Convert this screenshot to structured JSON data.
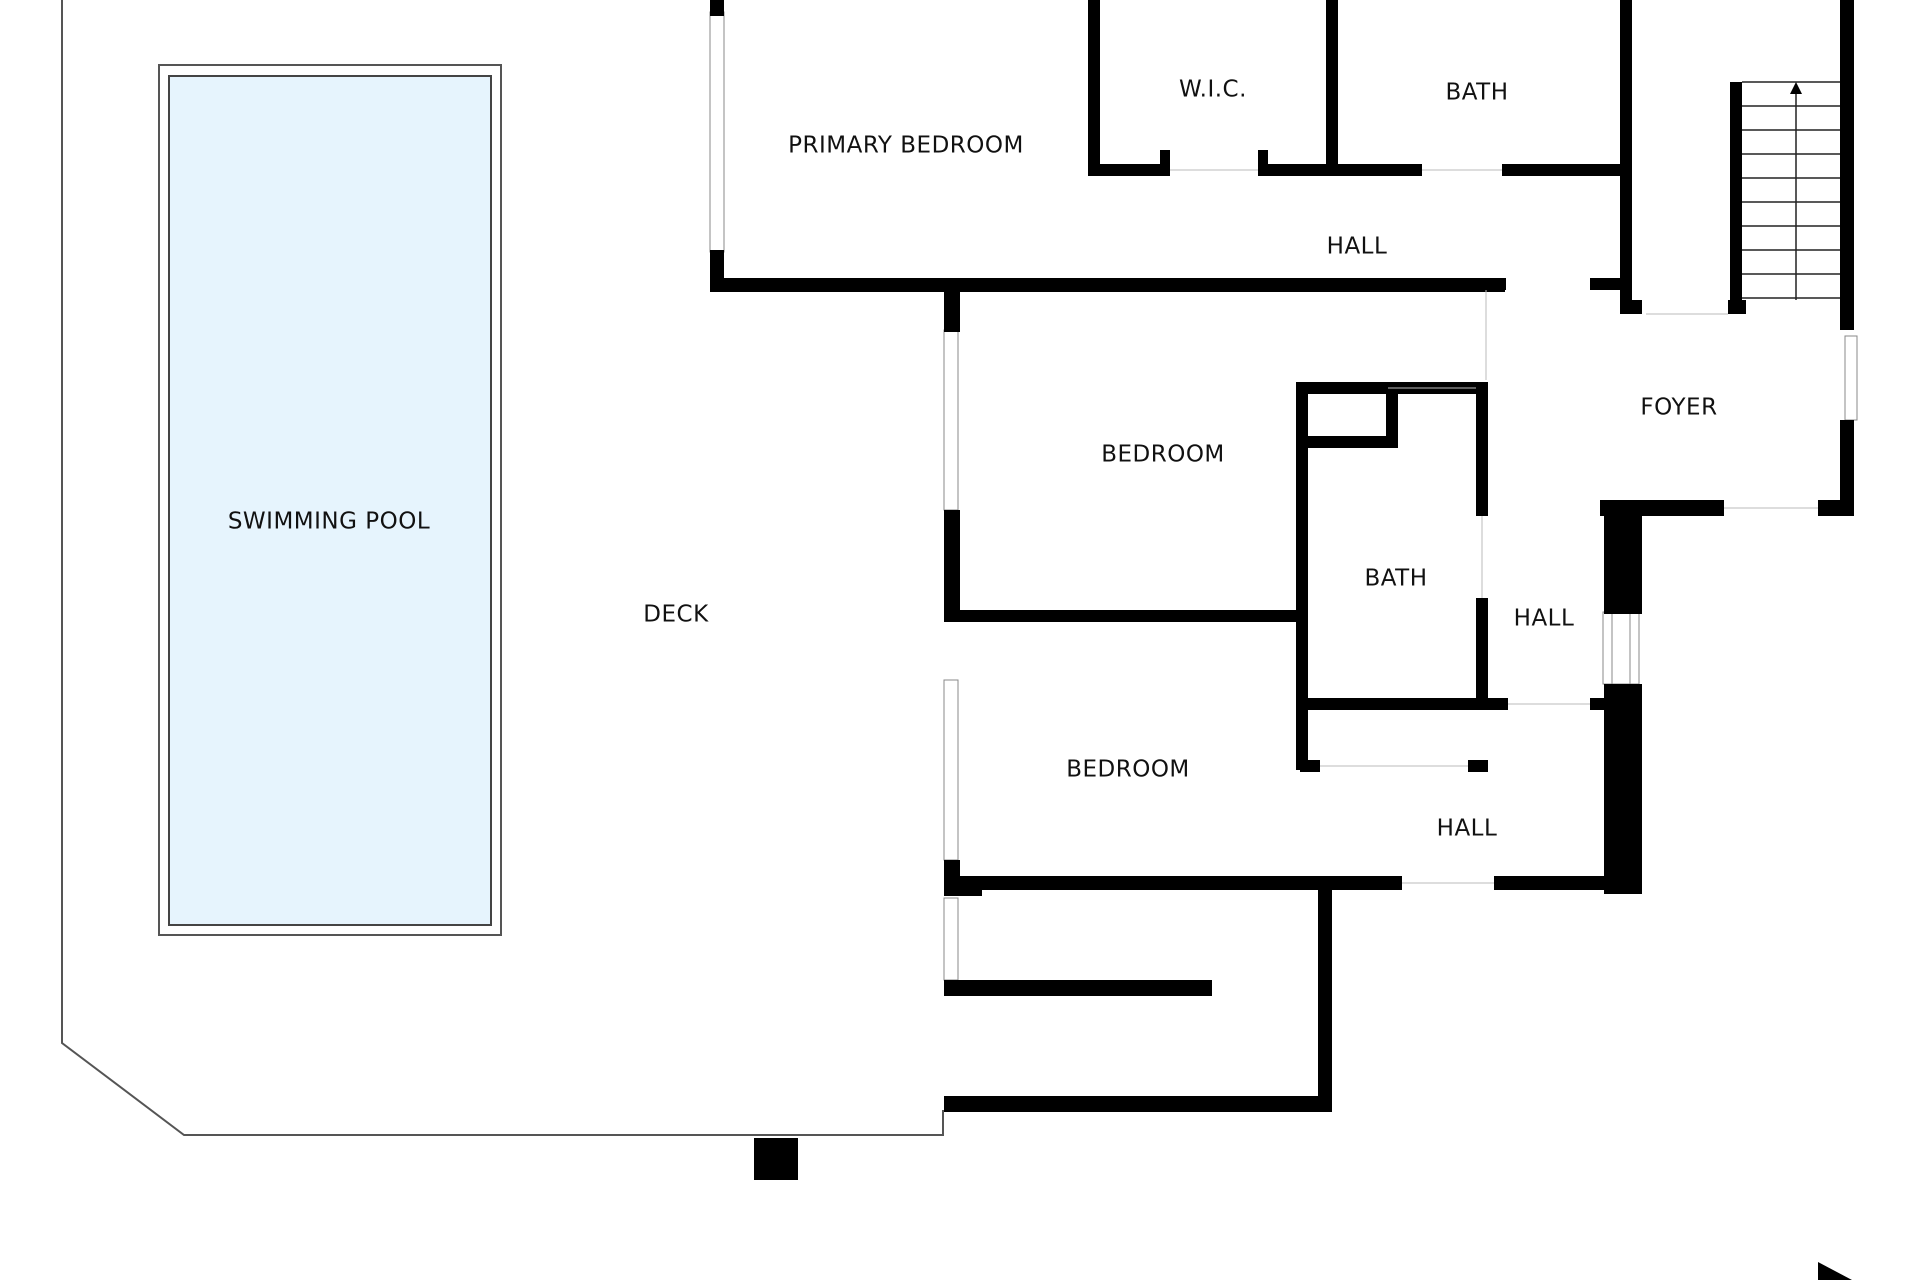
{
  "floor_plan": {
    "rooms": {
      "primary_bedroom": "PRIMARY BEDROOM",
      "wic": "W.I.C.",
      "bath_top": "BATH",
      "hall_top": "HALL",
      "foyer": "FOYER",
      "swimming_pool": "SWIMMING POOL",
      "deck": "DECK",
      "bedroom_upper": "BEDROOM",
      "bath_middle": "BATH",
      "hall_middle": "HALL",
      "bedroom_lower": "BEDROOM",
      "hall_lower": "HALL"
    }
  },
  "colors": {
    "wall": "#000000",
    "pool_fill": "#e6f4fd",
    "outline": "#555555",
    "background": "#ffffff"
  }
}
